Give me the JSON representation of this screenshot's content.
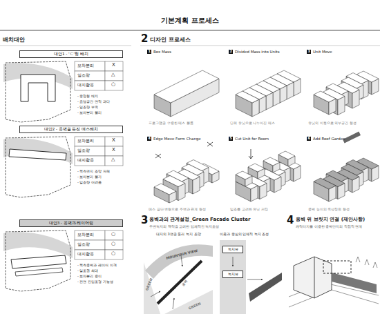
{
  "diagram": {
    "title": "기본계획 프로세스",
    "nodes": [
      {
        "text": [
          "대안1 - 'ㄷ'형 배치"
        ]
      },
      {
        "text": [
          "대안2 - 옹벽을 등진 매스배치"
        ]
      },
      {
        "text": [
          "대안3 - 옹벽과 레이어링"
        ]
      },
      {
        "text": [
          "녹지뷰"
        ]
      },
      {
        "text": [
          "녹지뷰"
        ]
      }
    ],
    "labels": [
      "배치대안",
      "보차분리",
      "X",
      "일조량",
      "△",
      "대지활용",
      "○",
      "- 중정형 배치",
      "- 음영공간 면적 과다",
      "- 일조량 부족",
      "- 보차분리 불리",
      "보차분리",
      "X",
      "일조량",
      "X",
      "대지활용",
      "△",
      "- 북측면지 조망 저해",
      "- 보차분리 불가",
      "- 일조량 어려움",
      "보차분리",
      "○",
      "일조량",
      "○",
      "대지활용",
      "○",
      "- 북측옹벽과 레이어 이격",
      "- 일조권 최대",
      "- 보차분리 용이",
      "- 전면 진입조경 가능성",
      "2",
      "디자인 프로세스",
      "1",
      "Box Mass",
      "2",
      "Divided Mass into Units",
      "3",
      "Unit Move",
      "4",
      "Edge Move Form Change",
      "5",
      "Cut Unit for Room",
      "6",
      "Add Roof Garden",
      "프로그램을 수용한 매스 볼륨",
      "단위 유닛으로 나누어진 매스",
      "유닛의 이동으로 외부공간 형성",
      "매스 끝단 변형으로 주변과 관계 형성",
      "일조를 고려한 유닛 커팅",
      "옹벽 높이의 옥상정원 형성",
      "3",
      "옹벽과의 관계설정_Green Facade Cluster",
      "주변녹지의 맥락을 고려한 입체적인 녹지조성",
      "대지의 3면을 둘러 녹지 조망",
      "이웃과 중심의 입체적 녹지 조성",
      "MOUNTAIN VIEW",
      "GREEN",
      "GREEN",
      "옹벽",
      "4",
      "옹벽 위 브릿지 연결 (제안사항)",
      "캐릭터지를 이용한 옹벽단지의 직접적 연계"
    ]
  }
}
